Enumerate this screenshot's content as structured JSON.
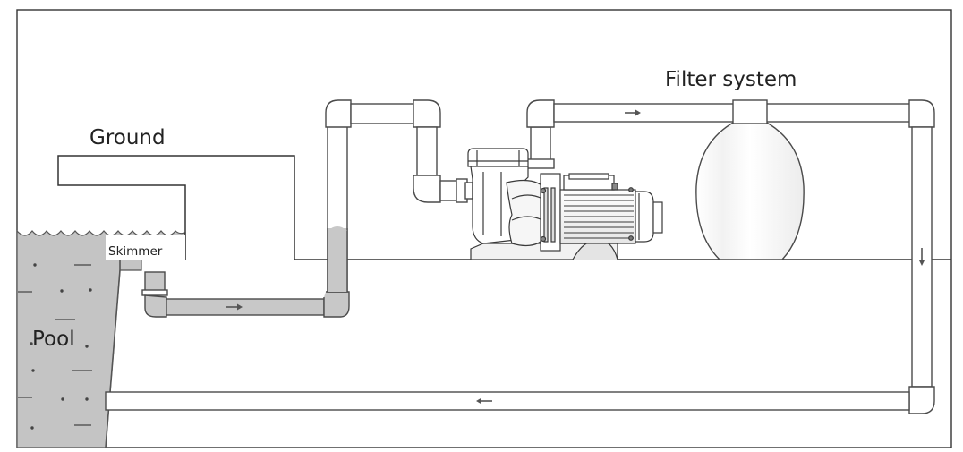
{
  "labels": {
    "ground": "Ground",
    "filter_system": "Filter system",
    "skimmer": "Skimmer",
    "pool": "Pool"
  },
  "colors": {
    "stroke": "#4a4a4a",
    "pipe_fill": "#ffffff",
    "pipe_water": "#c8c8c8",
    "pool_fill": "#c4c4c4",
    "arrow": "#555555"
  }
}
